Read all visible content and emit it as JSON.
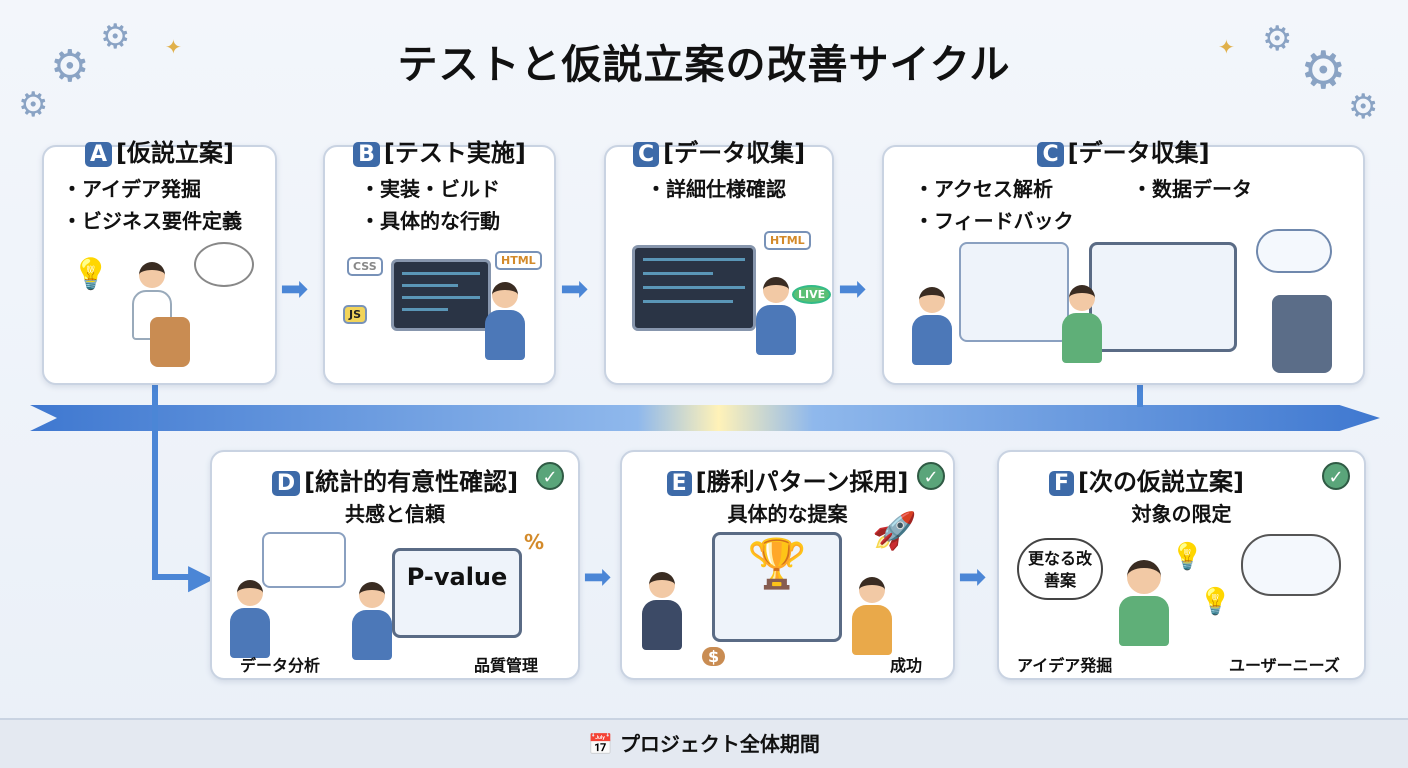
{
  "title": "テストと仮説立案の改善サイクル",
  "cards": {
    "a": {
      "badge": "A",
      "label": "[仮説立案]",
      "bullets": [
        "・アイデア発掘",
        "・ビジネス要件定義"
      ]
    },
    "b": {
      "badge": "B",
      "label": "[テスト実施]",
      "bullets": [
        "・実装・ビルド",
        "・具体的な行動"
      ],
      "tags": [
        "CSS",
        "JS",
        "HTML"
      ]
    },
    "c": {
      "badge": "C",
      "label": "[データ収集]",
      "bullets": [
        "・詳細仕様確認"
      ],
      "tags": [
        "HTML",
        "LIVE"
      ]
    },
    "c2": {
      "badge": "C",
      "label": "[データ収集]",
      "bullets": [
        "・アクセス解析",
        "・数据データ",
        "・フィードバック"
      ]
    },
    "d": {
      "badge": "D",
      "label": "[統計的有意性確認]",
      "sub": "共感と信頼",
      "screen": "P-value",
      "percent": "%",
      "labels": [
        "データ分析",
        "品質管理"
      ]
    },
    "e": {
      "badge": "E",
      "label": "[勝利パターン採用]",
      "sub": "具体的な提案",
      "labels": [
        "成功"
      ],
      "money": "$"
    },
    "f": {
      "badge": "F",
      "label": "[次の仮説立案]",
      "sub": "対象の限定",
      "bubble": "更なる改善案",
      "labels": [
        "アイデア発掘",
        "ユーザーニーズ"
      ]
    }
  },
  "footer": {
    "label": "プロジェクト全体期間"
  },
  "colors": {
    "accent": "#3d6aa8",
    "arrow": "#4b86d6",
    "check": "#5aa57a"
  }
}
